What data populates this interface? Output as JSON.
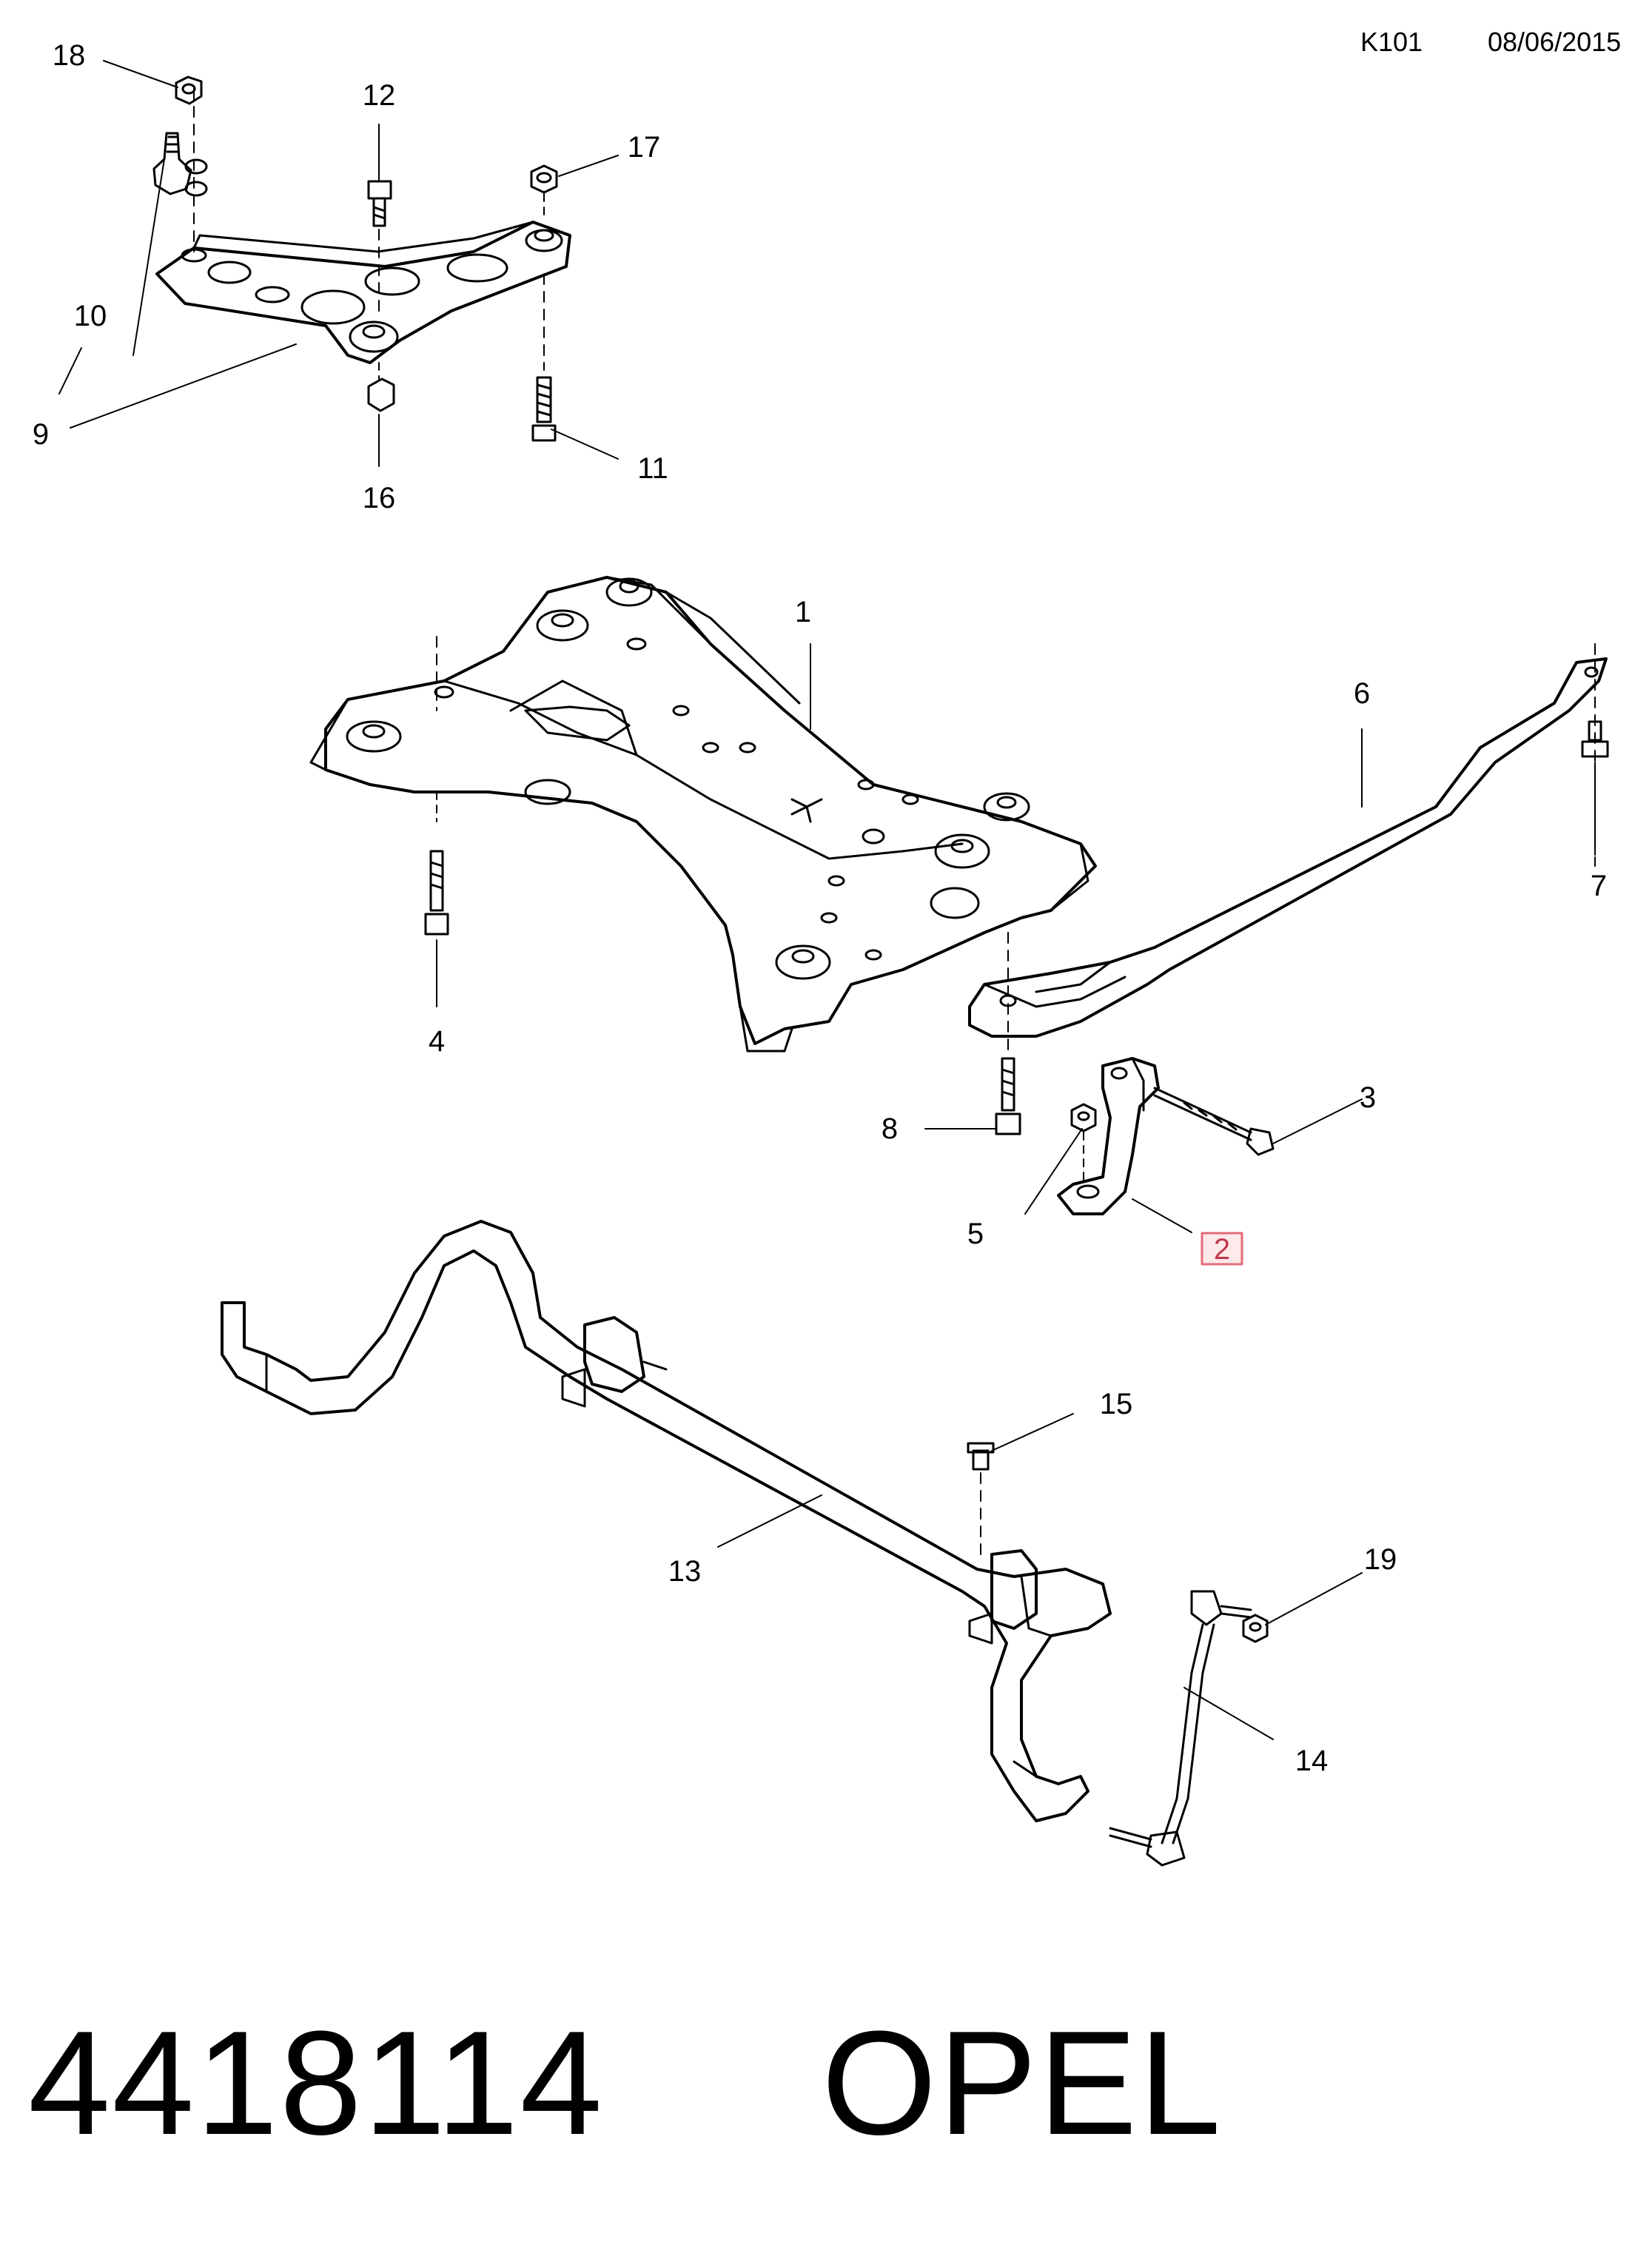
{
  "header": {
    "code": "K101",
    "date": "08/06/2015"
  },
  "footer": {
    "part_number": "4418114",
    "brand": "OPEL"
  },
  "colors": {
    "line": "#000000",
    "highlight": "#e36c7a",
    "highlight_fill": "#fde8ea"
  },
  "callouts": [
    {
      "id": "1",
      "label": "1"
    },
    {
      "id": "2",
      "label": "2",
      "highlighted": true
    },
    {
      "id": "3",
      "label": "3"
    },
    {
      "id": "4",
      "label": "4"
    },
    {
      "id": "5",
      "label": "5"
    },
    {
      "id": "6",
      "label": "6"
    },
    {
      "id": "7",
      "label": "7"
    },
    {
      "id": "8",
      "label": "8"
    },
    {
      "id": "9",
      "label": "9"
    },
    {
      "id": "10",
      "label": "10"
    },
    {
      "id": "11",
      "label": "11"
    },
    {
      "id": "12",
      "label": "12"
    },
    {
      "id": "13",
      "label": "13"
    },
    {
      "id": "14",
      "label": "14"
    },
    {
      "id": "15",
      "label": "15"
    },
    {
      "id": "16",
      "label": "16"
    },
    {
      "id": "17",
      "label": "17"
    },
    {
      "id": "18",
      "label": "18"
    },
    {
      "id": "19",
      "label": "19"
    }
  ]
}
